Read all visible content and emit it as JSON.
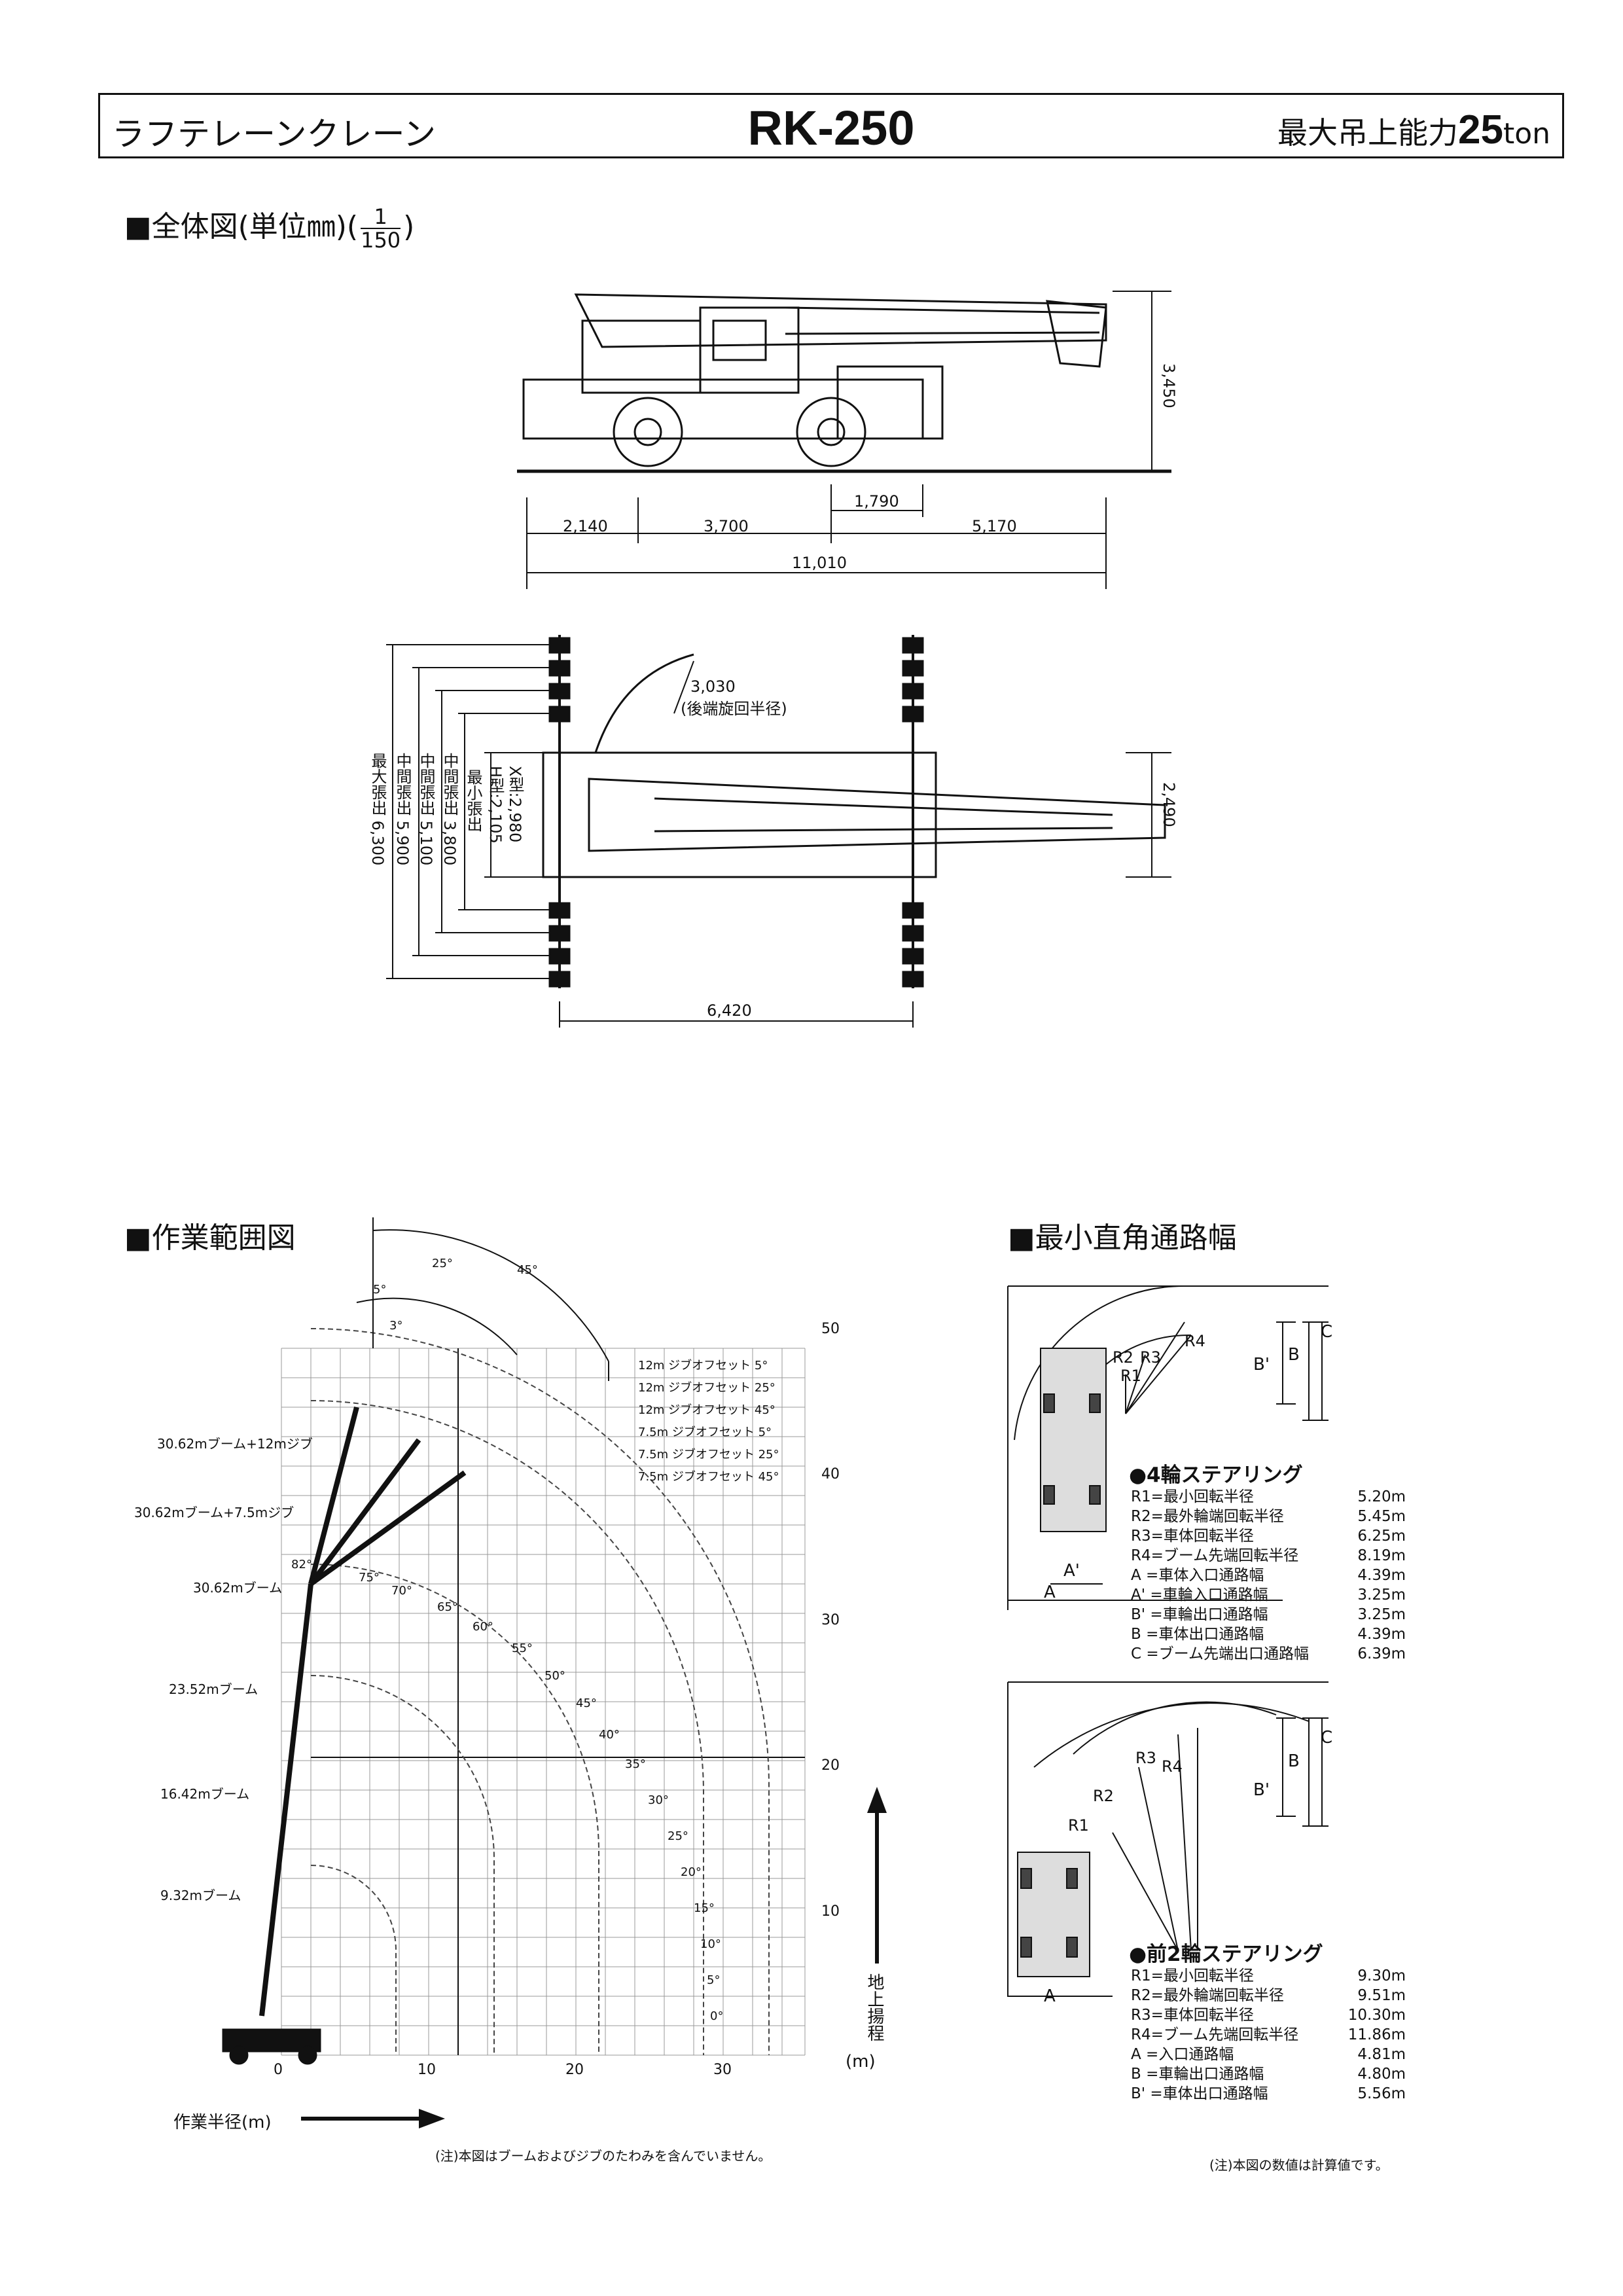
{
  "header": {
    "category": "ラフテレーンクレーン",
    "model": "RK-250",
    "capacity_label": "最大吊上能力",
    "capacity_value": "25",
    "capacity_unit": "ton"
  },
  "general_view": {
    "title": "■全体図(単位㎜)",
    "scale_num": "1",
    "scale_den": "150",
    "side_dims": {
      "d1": "2,140",
      "d2": "3,700",
      "d3": "1,790",
      "d4": "5,170",
      "total": "11,010",
      "height": "3,450"
    },
    "top_dims": {
      "tail_radius": "3,030",
      "tail_radius_label": "(後端旋回半径)",
      "width": "2,490",
      "outrigger_span": "6,420",
      "outrigger_labels": [
        "最大張出 6,300",
        "中間張出 5,900",
        "中間張出 5,100",
        "中間張出 3,800"
      ],
      "min_label": "最小張出",
      "h_type": "H型:2,105",
      "x_type": "X型:2,980"
    }
  },
  "work_range": {
    "title": "■作業範囲図",
    "boom_labels": [
      "30.62mブーム+12mジブ",
      "30.62mブーム+7.5mジブ",
      "30.62mブーム",
      "23.52mブーム",
      "16.42mブーム",
      "9.32mブーム"
    ],
    "legend": [
      "12m ジブオフセット 5°",
      "12m ジブオフセット 25°",
      "12m ジブオフセット 45°",
      "7.5m ジブオフセット 5°",
      "7.5m ジブオフセット 25°",
      "7.5m ジブオフセット 45°"
    ],
    "offset_angles": [
      "25°",
      "45°",
      "5°",
      "3°"
    ],
    "boom_angles": [
      "82°",
      "75°",
      "70°",
      "65°",
      "60°",
      "55°",
      "50°",
      "45°",
      "40°",
      "35°",
      "30°",
      "25°",
      "20°",
      "15°",
      "10°",
      "5°",
      "0°"
    ],
    "x_ticks": [
      "0",
      "10",
      "20",
      "30"
    ],
    "y_ticks": [
      "10",
      "20",
      "30",
      "40",
      "50"
    ],
    "x_label": "作業半径(m)",
    "y_label": "地上揚程",
    "y_unit": "(m)",
    "note": "(注)本図はブームおよびジブのたわみを含んでいません。"
  },
  "min_aisle": {
    "title": "■最小直角通路幅",
    "four_wheel": {
      "heading": "●4輪ステアリング",
      "specs": [
        [
          "R1=最小回転半径",
          "5.20m"
        ],
        [
          "R2=最外輪端回転半径",
          "5.45m"
        ],
        [
          "R3=車体回転半径",
          "6.25m"
        ],
        [
          "R4=ブーム先端回転半径",
          "8.19m"
        ],
        [
          "A =車体入口通路幅",
          "4.39m"
        ],
        [
          "A' =車輪入口通路幅",
          "3.25m"
        ],
        [
          "B' =車輪出口通路幅",
          "3.25m"
        ],
        [
          "B =車体出口通路幅",
          "4.39m"
        ],
        [
          "C =ブーム先端出口通路幅",
          "6.39m"
        ]
      ],
      "labels": [
        "R4",
        "R2",
        "R3",
        "R1",
        "B'",
        "B",
        "C",
        "A'",
        "A"
      ]
    },
    "front_two": {
      "heading": "●前2輪ステアリング",
      "specs": [
        [
          "R1=最小回転半径",
          "9.30m"
        ],
        [
          "R2=最外輪端回転半径",
          "9.51m"
        ],
        [
          "R3=車体回転半径",
          "10.30m"
        ],
        [
          "R4=ブーム先端回転半径",
          "11.86m"
        ],
        [
          "A =入口通路幅",
          "4.81m"
        ],
        [
          "B =車輪出口通路幅",
          "4.80m"
        ],
        [
          "B' =車体出口通路幅",
          "5.56m"
        ]
      ],
      "labels": [
        "R3",
        "R4",
        "R2",
        "R1",
        "B'",
        "B",
        "C",
        "A"
      ]
    },
    "note": "(注)本図の数値は計算値です。"
  }
}
